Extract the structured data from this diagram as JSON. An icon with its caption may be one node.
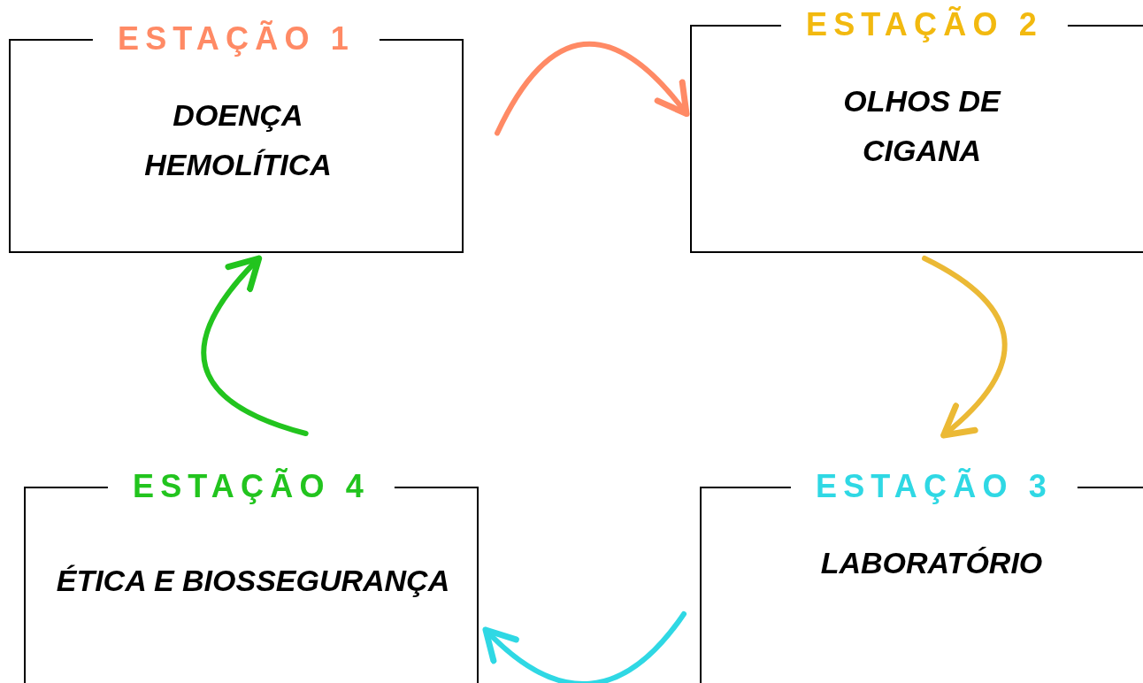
{
  "diagram": {
    "nodes": [
      {
        "text": [
          "ESTAÇÃO 1",
          "DOENÇA HEMOLÍTICA"
        ]
      },
      {
        "text": [
          "ESTAÇÃO 2",
          "OLHOS DE CIGANA"
        ]
      },
      {
        "text": [
          "ESTAÇÃO 3",
          "LABORATÓRIO"
        ]
      },
      {
        "text": [
          "ESTAÇÃO 4",
          "ÉTICA E BIOSSEGURANÇA"
        ]
      }
    ],
    "edges": [
      {
        "from": 0,
        "to": 1,
        "arrow": "to",
        "color": "#ff8a65"
      },
      {
        "from": 1,
        "to": 2,
        "arrow": "to",
        "color": "#ebb935"
      },
      {
        "from": 2,
        "to": 3,
        "arrow": "to",
        "color": "#2fd8e4"
      },
      {
        "from": 3,
        "to": 0,
        "arrow": "to",
        "color": "#22c41e"
      }
    ]
  }
}
